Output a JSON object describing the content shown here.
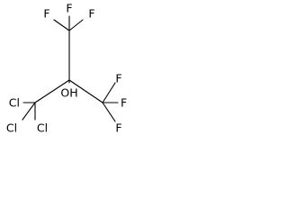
{
  "labels": {
    "f_top_left": "F",
    "f_top_center": "F",
    "f_top_right": "F",
    "f_right_upper": "F",
    "f_right_middle": "F",
    "f_right_lower": "F",
    "cl_upper": "Cl",
    "cl_middle": "Cl",
    "cl_lower": "Cl",
    "hydroxyl": "OH"
  }
}
